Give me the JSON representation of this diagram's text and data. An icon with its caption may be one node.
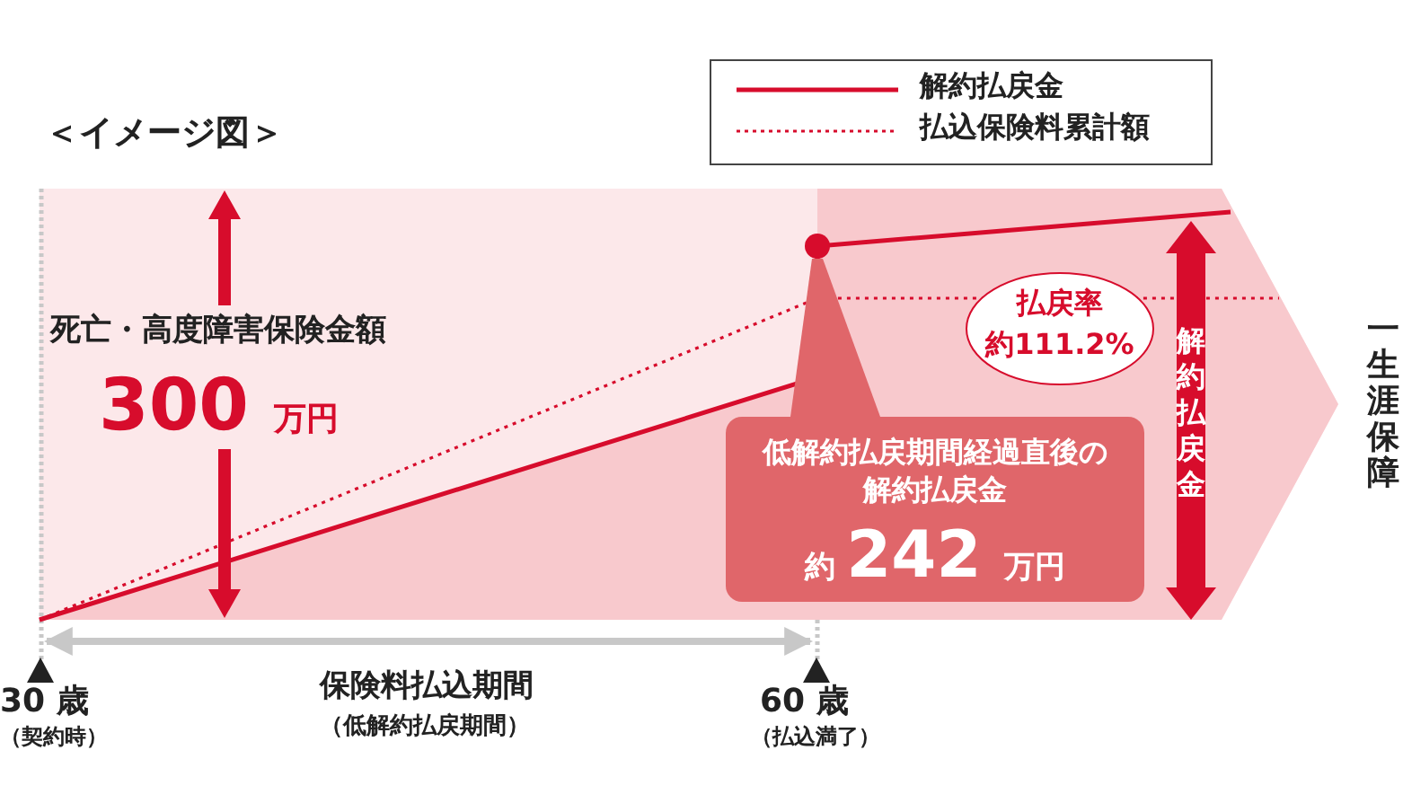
{
  "diagram": {
    "nodes": [
      {
        "text": [
          "低解約払戻期間経過直後の解約払戻金",
          "約 242 万円"
        ]
      },
      {
        "text": [
          "払戻率",
          "約111.2%"
        ]
      },
      {
        "text": [],
        "shape": "circle"
      }
    ],
    "edges": [
      {
        "from": 0,
        "to": 2,
        "arrow": "none"
      }
    ],
    "labels": [
      "＜イメージ図＞",
      "死亡・高度障害保険金額",
      "300 万円",
      "解約払戻金",
      "一生涯保障",
      "30 歳",
      "（契約時）",
      "保険料払込期間",
      "（低解約払戻期間）",
      "60 歳",
      "（払込満了）"
    ],
    "legend": [
      {
        "text": "解約払戻金"
      },
      {
        "text": "払込保険料累計額"
      }
    ]
  }
}
